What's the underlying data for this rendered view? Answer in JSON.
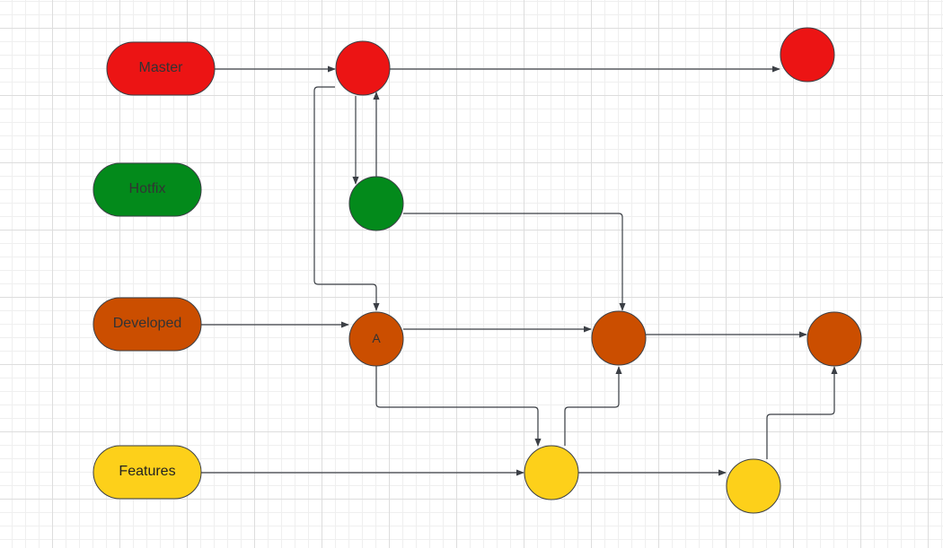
{
  "colors": {
    "master": "#ec1414",
    "hotfix": "#038a1b",
    "developed": "#cb4e00",
    "features": "#fdd01a",
    "edge": "#3b3f45"
  },
  "lanes": [
    {
      "id": "master",
      "label": "Master"
    },
    {
      "id": "hotfix",
      "label": "Hotfix"
    },
    {
      "id": "developed",
      "label": "Developed"
    },
    {
      "id": "features",
      "label": "Features"
    }
  ],
  "nodes": [
    {
      "id": "master-1",
      "lane": "master",
      "label": ""
    },
    {
      "id": "master-2",
      "lane": "master",
      "label": ""
    },
    {
      "id": "hotfix-1",
      "lane": "hotfix",
      "label": ""
    },
    {
      "id": "developed-a",
      "lane": "developed",
      "label": "A"
    },
    {
      "id": "developed-2",
      "lane": "developed",
      "label": ""
    },
    {
      "id": "developed-3",
      "lane": "developed",
      "label": ""
    },
    {
      "id": "features-1",
      "lane": "features",
      "label": ""
    },
    {
      "id": "features-2",
      "lane": "features",
      "label": ""
    }
  ]
}
